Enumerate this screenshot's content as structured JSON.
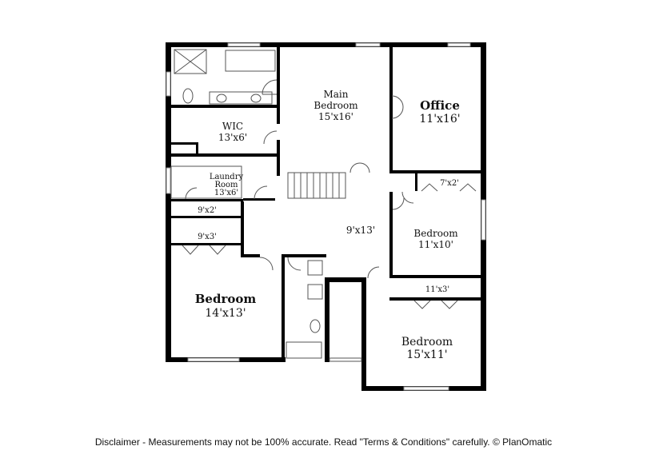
{
  "rooms": {
    "main_bedroom": {
      "name": "Main\nBedroom",
      "line1": "Main",
      "line2": "Bedroom",
      "size": "15'x16'"
    },
    "office": {
      "name": "Office",
      "size": "11'x16'"
    },
    "wic": {
      "name": "WIC",
      "size": "13'x6'"
    },
    "laundry": {
      "line1": "Laundry",
      "line2": "Room",
      "size": "13'x6'"
    },
    "closet_9x2": {
      "size": "9'x2'"
    },
    "closet_9x3": {
      "size": "9'x3'"
    },
    "hall": {
      "size": "9'x13'"
    },
    "closet_7x2": {
      "size": "7'x2'"
    },
    "bedroom_2": {
      "name": "Bedroom",
      "size": "11'x10'"
    },
    "closet_11x3": {
      "size": "11'x3'"
    },
    "bedroom_3": {
      "name": "Bedroom",
      "size": "14'x13'"
    },
    "bedroom_4": {
      "name": "Bedroom",
      "size": "15'x11'"
    }
  },
  "disclaimer": "Disclaimer - Measurements may not be 100% accurate. Read \"Terms & Conditions\" carefully. © PlanOmatic",
  "colors": {
    "wall": "#000000",
    "fixture": "#555555",
    "background": "#ffffff"
  }
}
